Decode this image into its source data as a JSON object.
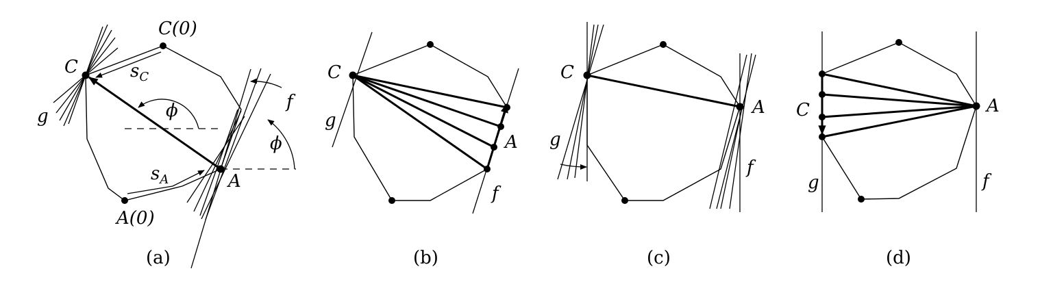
{
  "panels": [
    {
      "id": "a",
      "caption": "(a)",
      "labels": {
        "C": "C",
        "C0": "C(0)",
        "A": "A",
        "A0": "A(0)",
        "g": "g",
        "f": "f",
        "sC": "s",
        "sC_sub": "C",
        "sA": "s",
        "sA_sub": "A",
        "phi1": "ϕ",
        "phi2": "ϕ"
      }
    },
    {
      "id": "b",
      "caption": "(b)",
      "labels": {
        "C": "C",
        "A": "A",
        "g": "g",
        "f": "f"
      }
    },
    {
      "id": "c",
      "caption": "(c)",
      "labels": {
        "C": "C",
        "A": "A",
        "g": "g",
        "f": "f"
      }
    },
    {
      "id": "d",
      "caption": "(d)",
      "labels": {
        "C": "C",
        "A": "A",
        "g": "g",
        "f": "f"
      }
    }
  ],
  "colors": {
    "ink": "#000000",
    "background": "#ffffff"
  }
}
